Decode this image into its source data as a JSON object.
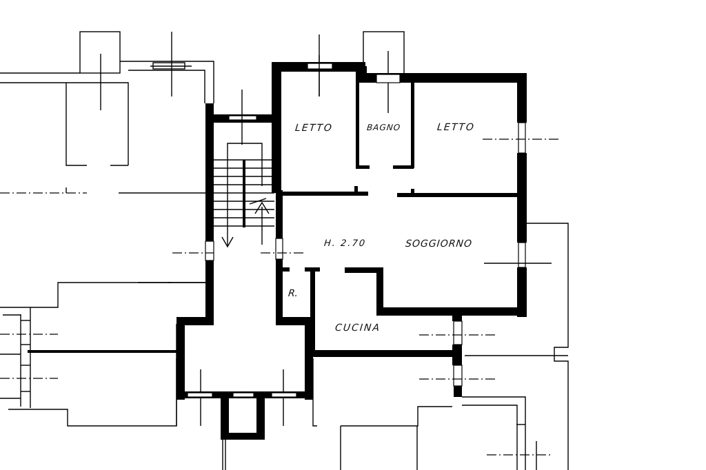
{
  "plan": {
    "type": "architectural floor plan",
    "ceiling_height": "H. 2.70",
    "rooms": [
      {
        "id": "letto-1",
        "label": "LETTO"
      },
      {
        "id": "bagno",
        "label": "BAGNO"
      },
      {
        "id": "letto-2",
        "label": "LETTO"
      },
      {
        "id": "soggiorno",
        "label": "SOGGIORNO"
      },
      {
        "id": "ripostiglio",
        "label": "R."
      },
      {
        "id": "cucina",
        "label": "CUCINA"
      }
    ],
    "colors": {
      "wall": "#000000",
      "background": "#ffffff"
    }
  }
}
